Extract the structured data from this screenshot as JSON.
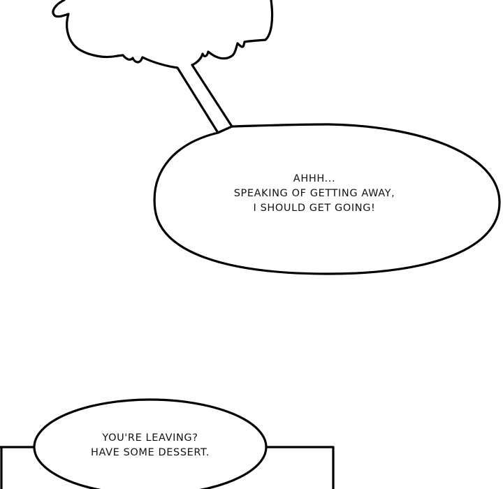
{
  "bubbles": [
    {
      "id": "top-speech",
      "lines": [
        "AHHH...",
        "SPEAKING OF GETTING AWAY,",
        "I SHOULD GET GOING!"
      ]
    },
    {
      "id": "bottom-speech",
      "lines": [
        "YOU'RE LEAVING?",
        "HAVE SOME DESSERT."
      ]
    }
  ],
  "colors": {
    "ink": "#000000",
    "paper": "#ffffff"
  }
}
